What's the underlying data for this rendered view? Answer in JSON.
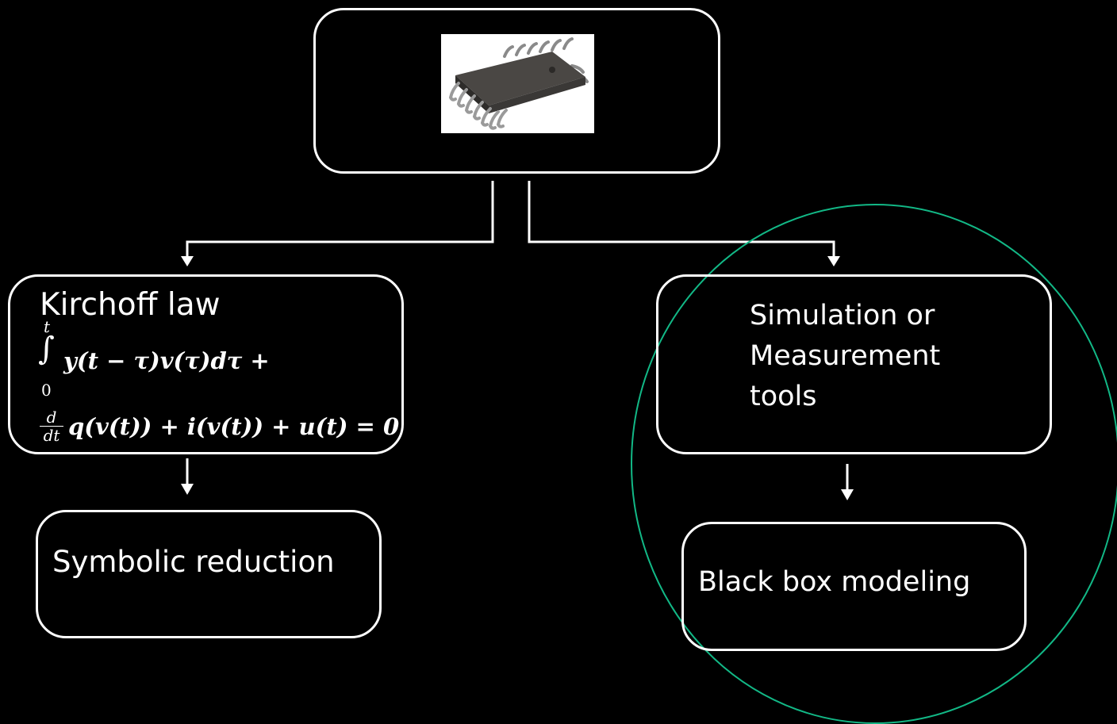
{
  "top_node": {
    "image_icon": "ic-chip-icon"
  },
  "left_branch": {
    "title": "Kirchoff law",
    "equation": {
      "integral_upper": "t",
      "integral_lower": "0",
      "line1": "y(t − τ)v(τ)dτ +",
      "ddt_num": "d",
      "ddt_den": "dt",
      "line2": "q(v(t)) + i(v(t)) + u(t) = 0"
    },
    "result": "Symbolic reduction"
  },
  "right_branch": {
    "title_lines": [
      "Simulation or",
      "Measurement",
      "tools"
    ],
    "result": "Black box modeling"
  },
  "colors": {
    "background": "#000000",
    "lines": "#ffffff",
    "highlight_circle": "#12b886"
  }
}
